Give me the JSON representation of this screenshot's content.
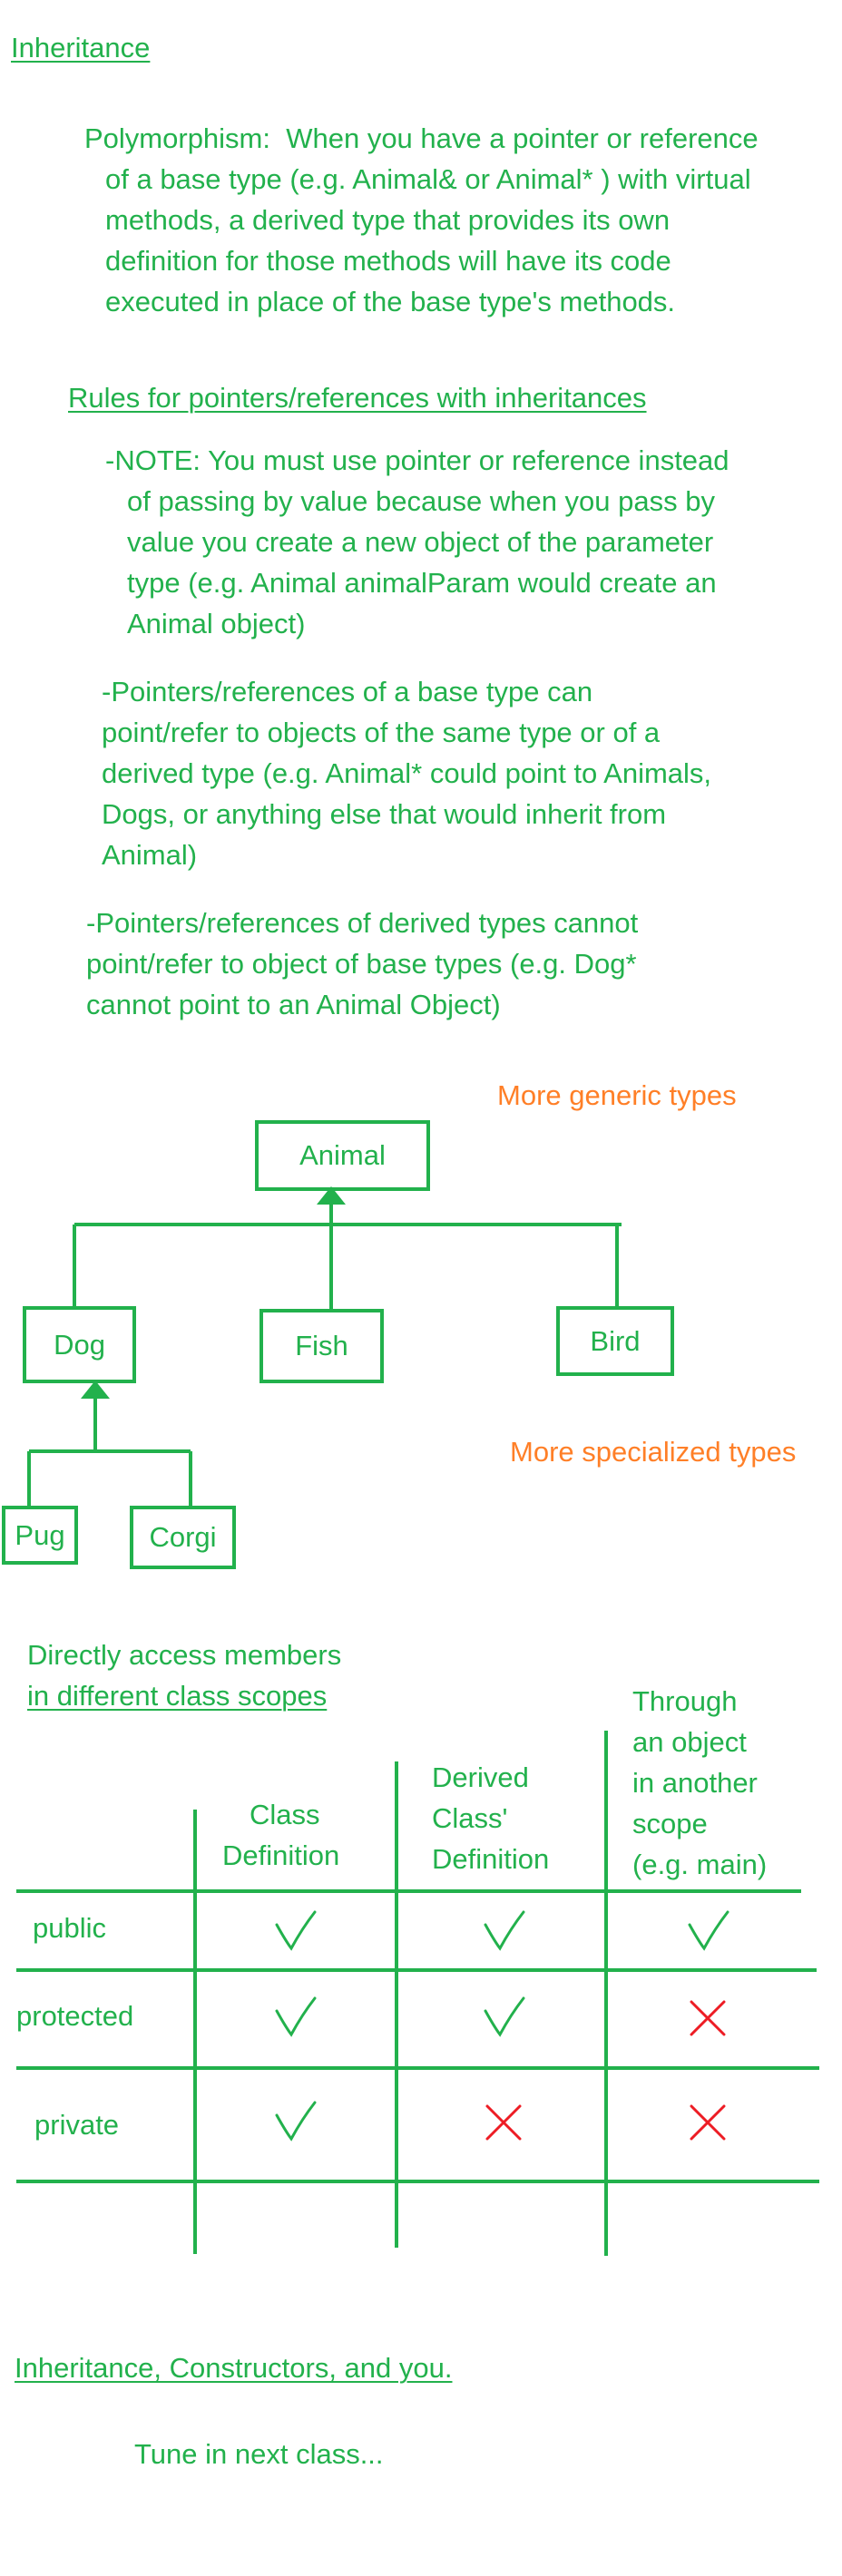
{
  "title": "Inheritance",
  "polymorphism": [
    "Polymorphism:  When you have a pointer or reference",
    "of a base type (e.g. Animal& or Animal* ) with virtual",
    "methods, a derived type that provides its own",
    "definition for those methods will have its code",
    "executed in place of the base type's methods."
  ],
  "rules_heading": "Rules for pointers/references with inheritances",
  "note": [
    "-NOTE: You must use pointer or reference instead",
    "of passing by value because when you pass by",
    "value you create a new object of the parameter",
    "type (e.g. Animal animalParam would create an",
    "Animal object)"
  ],
  "rule_base": [
    "-Pointers/references of a base type can",
    "point/refer to objects of the same type or of a",
    "derived type (e.g. Animal* could point to Animals,",
    "Dogs, or anything else that would inherit from",
    "Animal)"
  ],
  "rule_derived": [
    "-Pointers/references of derived types cannot",
    "point/refer to object of base types (e.g. Dog*",
    "cannot point to an Animal Object)"
  ],
  "diagram": {
    "generic_label": "More generic types",
    "specialized_label": "More specialized types",
    "classes": {
      "animal": "Animal",
      "dog": "Dog",
      "fish": "Fish",
      "bird": "Bird",
      "pug": "Pug",
      "corgi": "Corgi"
    }
  },
  "access": {
    "heading_line1": "Directly access members",
    "heading_line2": "in different class scopes",
    "columns": [
      [
        "Class",
        "Definition"
      ],
      [
        "Derived",
        "Class'",
        "Definition"
      ],
      [
        "Through",
        "an object",
        "in another",
        "scope",
        "(e.g. main)"
      ]
    ],
    "rows": [
      {
        "label": "public",
        "values": [
          true,
          true,
          true
        ]
      },
      {
        "label": "protected",
        "values": [
          true,
          true,
          false
        ]
      },
      {
        "label": "private",
        "values": [
          true,
          false,
          false
        ]
      }
    ]
  },
  "colors": {
    "ink": "#22b14c",
    "accent": "#ff7f27",
    "cross": "#ed1c24"
  },
  "constructors_heading": "Inheritance, Constructors, and you.",
  "tune_in": "Tune in next class..."
}
